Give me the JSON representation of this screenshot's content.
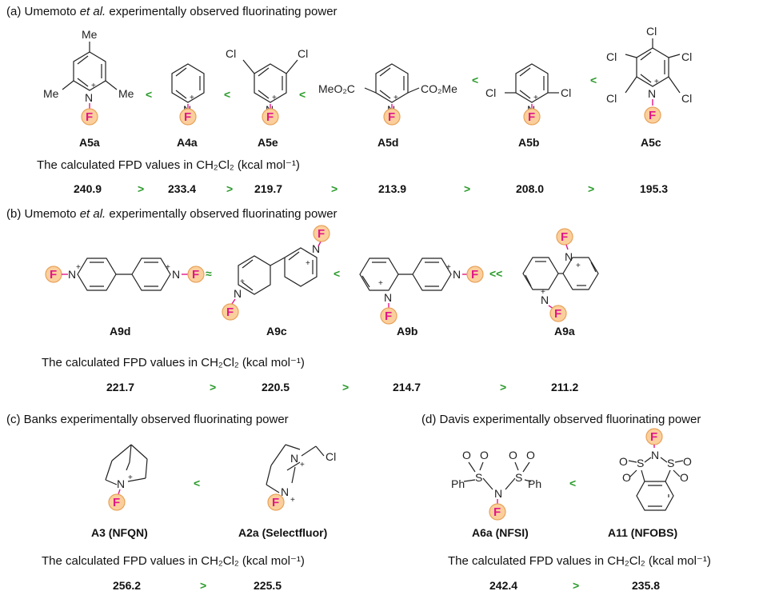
{
  "panel_a": {
    "header_prefix": "(a) Umemoto ",
    "header_em": "et al.",
    "header_suffix": " experimentally observed fluorinating power",
    "compounds": [
      "A5a",
      "A4a",
      "A5e",
      "A5d",
      "A5b",
      "A5c"
    ],
    "relations_obs": [
      "<",
      "<",
      "<",
      "<",
      "<"
    ],
    "fpd_label": "The calculated FPD values in CH₂Cl₂ (kcal mol⁻¹)",
    "values": [
      "240.9",
      "233.4",
      "219.7",
      "213.9",
      "208.0",
      "195.3"
    ],
    "relations_calc": [
      ">",
      ">",
      ">",
      ">",
      ">"
    ]
  },
  "panel_b": {
    "header_prefix": "(b) Umemoto ",
    "header_em": "et al.",
    "header_suffix": " experimentally observed fluorinating power",
    "compounds": [
      "A9d",
      "A9c",
      "A9b",
      "A9a"
    ],
    "relations_obs": [
      "≈",
      "<",
      "<<"
    ],
    "fpd_label": "The calculated FPD values in CH₂Cl₂ (kcal mol⁻¹)",
    "values": [
      "221.7",
      "220.5",
      "214.7",
      "211.2"
    ],
    "relations_calc": [
      ">",
      ">",
      ">"
    ]
  },
  "panel_c": {
    "header": "(c) Banks experimentally observed fluorinating power",
    "compounds": [
      "A3 (NFQN)",
      "A2a (Selectfluor)"
    ],
    "relations_obs": [
      "<"
    ],
    "fpd_label": "The calculated FPD values in CH₂Cl₂ (kcal mol⁻¹)",
    "values": [
      "256.2",
      "225.5"
    ],
    "relations_calc": [
      ">"
    ]
  },
  "panel_d": {
    "header": "(d) Davis experimentally observed fluorinating power",
    "compounds": [
      "A6a (NFSI)",
      "A11 (NFOBS)"
    ],
    "relations_obs": [
      "<"
    ],
    "fpd_label": "The calculated FPD values in CH₂Cl₂ (kcal mol⁻¹)",
    "values": [
      "242.4",
      "235.8"
    ],
    "relations_calc": [
      ">"
    ]
  },
  "atom_labels": {
    "F": "F",
    "N": "N",
    "plus": "+",
    "Me": "Me",
    "Cl": "Cl",
    "CO2Me": "CO₂Me",
    "MeO2C": "MeO₂C",
    "Ph": "Ph",
    "S": "S",
    "O": "O"
  },
  "colors": {
    "fluorine": "#e0178a",
    "fluorine_ball": "#fbcf9c",
    "relation": "#2a9a2a"
  }
}
